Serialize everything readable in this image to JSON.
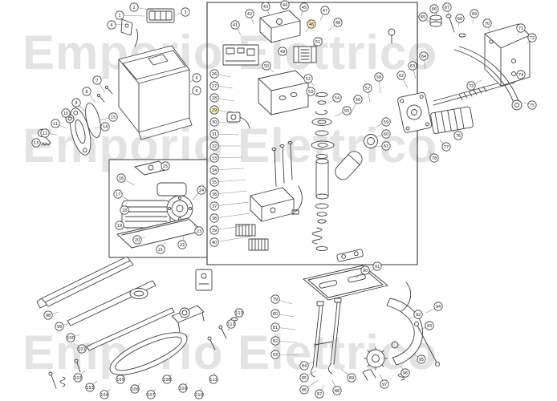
{
  "watermark": {
    "text": "Emporio Elettrico",
    "color": "#e3e3e3"
  },
  "diagram": {
    "description": "exploded-parts-diagram-gate-operator",
    "panel_border_color": "#333333",
    "line_color": "#3f3f3f",
    "callout": {
      "radius": 5.2,
      "fill": "#ffffff",
      "highlight_fill": "#fdeeac",
      "stroke": "#444444",
      "leader_color": "#8a8a8a",
      "font_size": 5
    }
  },
  "callouts": [
    [
      1,
      149,
      19,
      180,
      20
    ],
    [
      2,
      167,
      9,
      192,
      13
    ],
    [
      3,
      231,
      15,
      218,
      18
    ],
    [
      4,
      139,
      31,
      154,
      30
    ],
    [
      5,
      245,
      97,
      237,
      102
    ],
    [
      6,
      245,
      113,
      237,
      118
    ],
    [
      7,
      121,
      100,
      131,
      116
    ],
    [
      8,
      108,
      114,
      119,
      128
    ],
    [
      9,
      95,
      128,
      107,
      140
    ],
    [
      10,
      82,
      141,
      95,
      151
    ],
    [
      11,
      69,
      154,
      84,
      160
    ],
    [
      12,
      56,
      166,
      71,
      168
    ],
    [
      13,
      45,
      178,
      58,
      178
    ],
    [
      14,
      131,
      158,
      117,
      160
    ],
    [
      15,
      141,
      146,
      124,
      150
    ],
    [
      16,
      151,
      222,
      168,
      231
    ],
    [
      17,
      147,
      242,
      161,
      250
    ],
    [
      18,
      155,
      262,
      166,
      264
    ],
    [
      19,
      149,
      281,
      161,
      286
    ],
    [
      20,
      171,
      299,
      181,
      295
    ],
    [
      21,
      200,
      311,
      206,
      302
    ],
    [
      22,
      227,
      305,
      229,
      293
    ],
    [
      23,
      248,
      288,
      241,
      280
    ],
    [
      24,
      251,
      237,
      240,
      249
    ],
    [
      25,
      206,
      207,
      199,
      213
    ],
    [
      26,
      267,
      92,
      288,
      96
    ],
    [
      27,
      267,
      107,
      290,
      110
    ],
    [
      28,
      267,
      122,
      292,
      126
    ],
    [
      29,
      267,
      137,
      294,
      140,
      1
    ],
    [
      30,
      267,
      152,
      296,
      154
    ],
    [
      31,
      267,
      167,
      298,
      168
    ],
    [
      32,
      267,
      182,
      300,
      182
    ],
    [
      33,
      267,
      197,
      302,
      196
    ],
    [
      34,
      267,
      212,
      304,
      210
    ],
    [
      35,
      267,
      227,
      306,
      224
    ],
    [
      36,
      267,
      242,
      308,
      238
    ],
    [
      37,
      267,
      257,
      310,
      252
    ],
    [
      38,
      267,
      272,
      312,
      266
    ],
    [
      39,
      267,
      287,
      314,
      280
    ],
    [
      40,
      267,
      302,
      316,
      294
    ],
    [
      41,
      293,
      31,
      300,
      44
    ],
    [
      42,
      311,
      17,
      316,
      30
    ],
    [
      43,
      331,
      8,
      336,
      19
    ],
    [
      44,
      355,
      6,
      353,
      15
    ],
    [
      45,
      379,
      9,
      375,
      20
    ],
    [
      46,
      388,
      30,
      381,
      40,
      1
    ],
    [
      47,
      405,
      13,
      399,
      25
    ],
    [
      48,
      421,
      28,
      409,
      38
    ],
    [
      49,
      352,
      64,
      358,
      70
    ],
    [
      50,
      332,
      82,
      341,
      90
    ],
    [
      51,
      396,
      52,
      388,
      59
    ],
    [
      52,
      384,
      98,
      392,
      108
    ],
    [
      53,
      387,
      114,
      395,
      121
    ],
    [
      54,
      420,
      122,
      408,
      129
    ],
    [
      55,
      432,
      138,
      417,
      145
    ],
    [
      56,
      446,
      124,
      436,
      144
    ],
    [
      57,
      458,
      110,
      461,
      128
    ],
    [
      58,
      472,
      96,
      474,
      116
    ],
    [
      59,
      481,
      152,
      469,
      158
    ],
    [
      60,
      481,
      167,
      467,
      171
    ],
    [
      61,
      481,
      182,
      465,
      183
    ],
    [
      62,
      500,
      94,
      508,
      110
    ],
    [
      63,
      514,
      82,
      518,
      98
    ],
    [
      64,
      528,
      70,
      530,
      86
    ],
    [
      65,
      527,
      21,
      536,
      28
    ],
    [
      66,
      541,
      11,
      545,
      20
    ],
    [
      67,
      557,
      9,
      559,
      19
    ],
    [
      68,
      573,
      23,
      571,
      33
    ],
    [
      69,
      591,
      17,
      589,
      29
    ],
    [
      70,
      607,
      29,
      610,
      40
    ],
    [
      71,
      649,
      35,
      645,
      44
    ],
    [
      72,
      663,
      47,
      657,
      54
    ],
    [
      73,
      587,
      107,
      600,
      100
    ],
    [
      74,
      649,
      93,
      644,
      89
    ],
    [
      75,
      663,
      131,
      653,
      128
    ],
    [
      76,
      571,
      169,
      561,
      161
    ],
    [
      77,
      556,
      183,
      548,
      174
    ],
    [
      78,
      541,
      197,
      534,
      188
    ],
    [
      79,
      343,
      373,
      364,
      379
    ],
    [
      80,
      343,
      391,
      366,
      395
    ],
    [
      81,
      343,
      408,
      368,
      411
    ],
    [
      82,
      343,
      425,
      370,
      427
    ],
    [
      83,
      343,
      442,
      372,
      443
    ],
    [
      84,
      379,
      456,
      392,
      450
    ],
    [
      85,
      379,
      471,
      394,
      462
    ],
    [
      86,
      379,
      486,
      396,
      474
    ],
    [
      87,
      398,
      491,
      404,
      480
    ],
    [
      88,
      420,
      487,
      414,
      474
    ],
    [
      89,
      438,
      471,
      425,
      460
    ],
    [
      90,
      455,
      337,
      443,
      347
    ],
    [
      91,
      470,
      332,
      458,
      342
    ],
    [
      92,
      521,
      392,
      509,
      399
    ],
    [
      93,
      535,
      406,
      521,
      412
    ],
    [
      94,
      546,
      382,
      531,
      390
    ],
    [
      95,
      525,
      448,
      515,
      441
    ],
    [
      96,
      505,
      465,
      499,
      456
    ],
    [
      97,
      479,
      479,
      473,
      466
    ],
    [
      98,
      60,
      393,
      73,
      389
    ],
    [
      99,
      74,
      407,
      86,
      403
    ],
    [
      100,
      88,
      421,
      100,
      417
    ],
    [
      101,
      102,
      435,
      113,
      431
    ],
    [
      102,
      97,
      471,
      106,
      462
    ],
    [
      103,
      112,
      483,
      121,
      475
    ],
    [
      104,
      130,
      492,
      138,
      485
    ],
    [
      105,
      150,
      473,
      157,
      467
    ],
    [
      106,
      168,
      485,
      175,
      478
    ],
    [
      107,
      188,
      492,
      194,
      485
    ],
    [
      108,
      208,
      473,
      214,
      467
    ],
    [
      109,
      228,
      484,
      233,
      477
    ],
    [
      110,
      248,
      492,
      251,
      483
    ],
    [
      111,
      266,
      473,
      268,
      465
    ],
    [
      112,
      288,
      404,
      284,
      412
    ],
    [
      113,
      298,
      390,
      293,
      398
    ]
  ]
}
